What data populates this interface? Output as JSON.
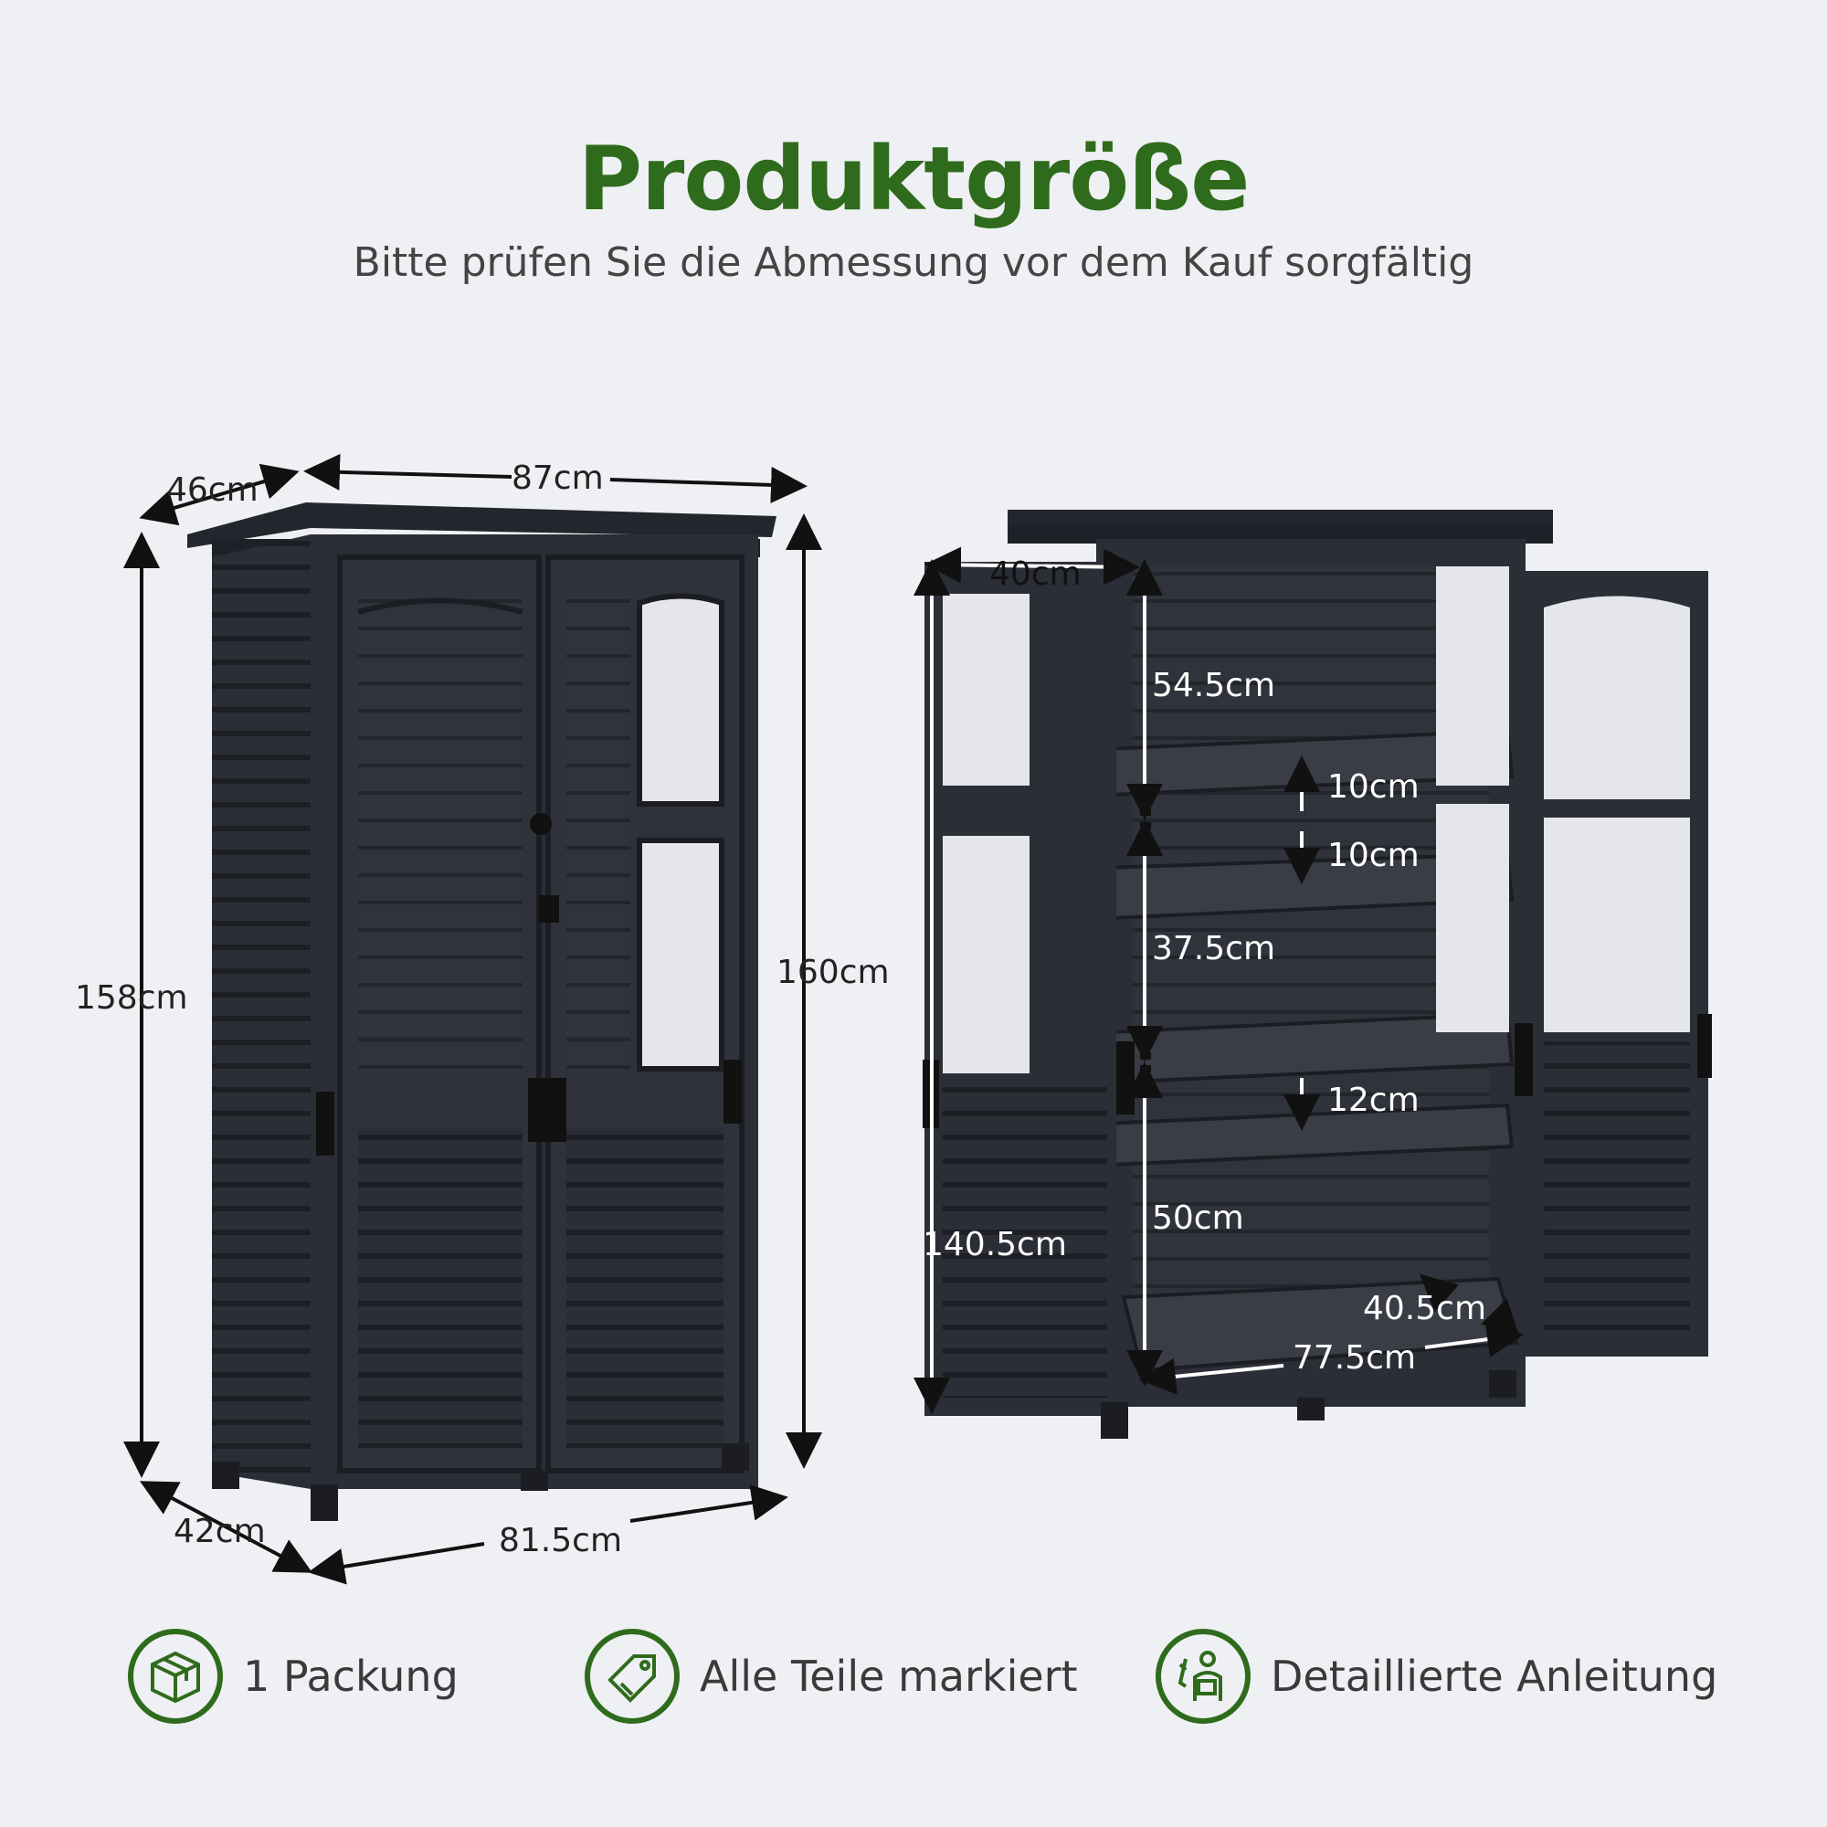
{
  "header": {
    "title": "Produktgröße",
    "subtitle": "Bitte prüfen Sie die Abmessung vor dem Kauf sorgfältig"
  },
  "colors": {
    "title_green": "#2f6b1c",
    "cabinet": "#2b2e36",
    "background": "#eef0f3"
  },
  "closed_cabinet": {
    "depth_top": "46cm",
    "width_top": "87cm",
    "height_left": "158cm",
    "height_right": "160cm",
    "depth_bottom": "42cm",
    "width_bottom": "81.5cm"
  },
  "open_cabinet": {
    "door_width": "40cm",
    "top_compartment": "54.5cm",
    "adjust_up": "10cm",
    "adjust_down": "10cm",
    "middle_compartment": "37.5cm",
    "lower_adjust": "12cm",
    "bottom_compartment": "50cm",
    "door_height": "140.5cm",
    "inner_depth": "40.5cm",
    "inner_width": "77.5cm"
  },
  "features": [
    {
      "label": "1 Packung",
      "icon": "package-box-icon"
    },
    {
      "label": "Alle Teile markiert",
      "icon": "tag-label-icon"
    },
    {
      "label": "Detaillierte Anleitung",
      "icon": "instruction-person-icon"
    }
  ]
}
